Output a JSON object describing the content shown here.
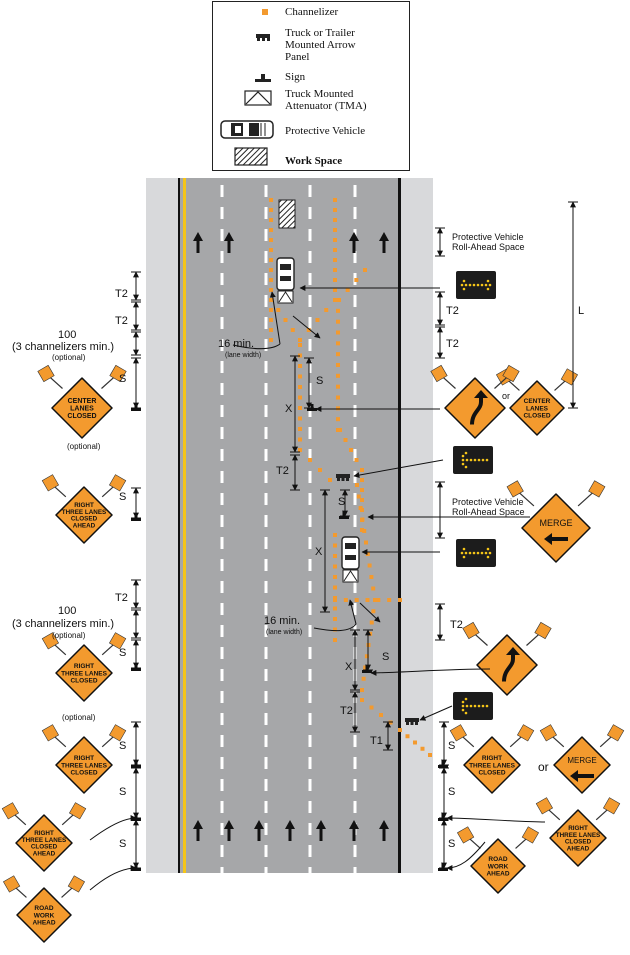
{
  "legend": {
    "channelizer": "Channelizer",
    "arrow_panel": [
      "Truck or Trailer",
      "Mounted Arrow",
      "Panel"
    ],
    "sign": "Sign",
    "tma": [
      "Truck Mounted",
      "Attenuator (TMA)"
    ],
    "protective_vehicle": "Protective Vehicle",
    "work_space": "Work Space"
  },
  "labels": {
    "pv_rollahead": [
      "Protective Vehicle",
      "Roll-Ahead Space"
    ],
    "T1": "T1",
    "T2": "T2",
    "S": "S",
    "X": "X",
    "L": "L",
    "hundred": "100",
    "chan_min": "(3 channelizers min.)",
    "optional": "(optional)",
    "sixteen_min": "16   min.",
    "lane_width": "(lane width)",
    "or": "or"
  },
  "signs": {
    "center_lanes_closed": [
      "CENTER",
      "LANES",
      "CLOSED"
    ],
    "right_three_closed_ahead": [
      "RIGHT",
      "THREE LANES",
      "CLOSED",
      "AHEAD"
    ],
    "right_three_closed": [
      "RIGHT",
      "THREE LANES",
      "CLOSED"
    ],
    "road_work_ahead": [
      "ROAD",
      "WORK",
      "AHEAD"
    ],
    "merge": "MERGE"
  },
  "colors": {
    "road": "#a6a7a9",
    "shoulder": "#d8d9db",
    "orange": "#f39a2e",
    "yellowline": "#f5c518",
    "arrowpanel": "#1c1c1c",
    "arrowlight": "#f5c518"
  }
}
